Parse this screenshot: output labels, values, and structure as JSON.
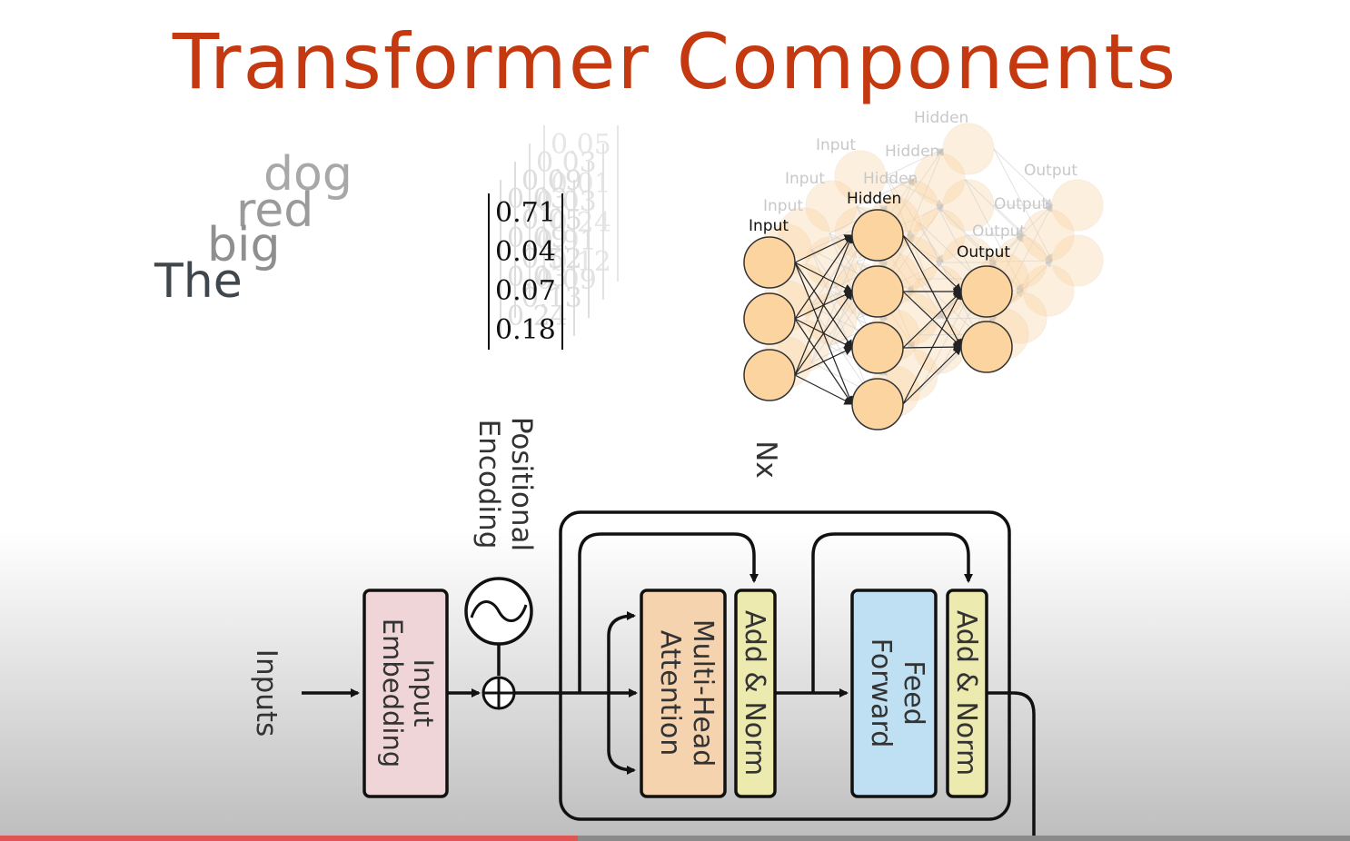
{
  "title": "Transformer Components",
  "words": [
    "dog",
    "red",
    "big",
    "The"
  ],
  "vector": [
    "0.71",
    "0.04",
    "0.07",
    "0.18"
  ],
  "ghost_vectors": [
    [
      "0.03",
      "0.09",
      "0.03",
      "0.24"
    ],
    [
      "0.09",
      "0.05",
      "0.52",
      "0.13"
    ],
    [
      "0.03",
      "0.03",
      "0.91",
      "0.09"
    ],
    [
      "0.05",
      "0.01",
      "0.24",
      "0.12"
    ]
  ],
  "network": {
    "layers": [
      {
        "label": "Input",
        "nodes": 3
      },
      {
        "label": "Hidden",
        "nodes": 4
      },
      {
        "label": "Output",
        "nodes": 2
      }
    ],
    "ghost_labels": {
      "input": "Input",
      "hidden": "Hidden",
      "output": "Output"
    }
  },
  "diagram": {
    "inputs_label": "Inputs",
    "input_embedding": "Input Embedding",
    "positional_encoding": "Positional Encoding",
    "repeat_label": "Nx",
    "multi_head_attention": "Multi-Head Attention",
    "add_norm": "Add & Norm",
    "feed_forward": "Feed Forward"
  },
  "colors": {
    "title": "#c4390f",
    "node_fill": "#fcd4a0",
    "embedding": "#f0d5d8",
    "attention": "#f5d3ae",
    "add_norm": "#eceaae",
    "feed_forward": "#bfe0f2",
    "progress": "#e05552"
  },
  "video_progress": 0.428
}
